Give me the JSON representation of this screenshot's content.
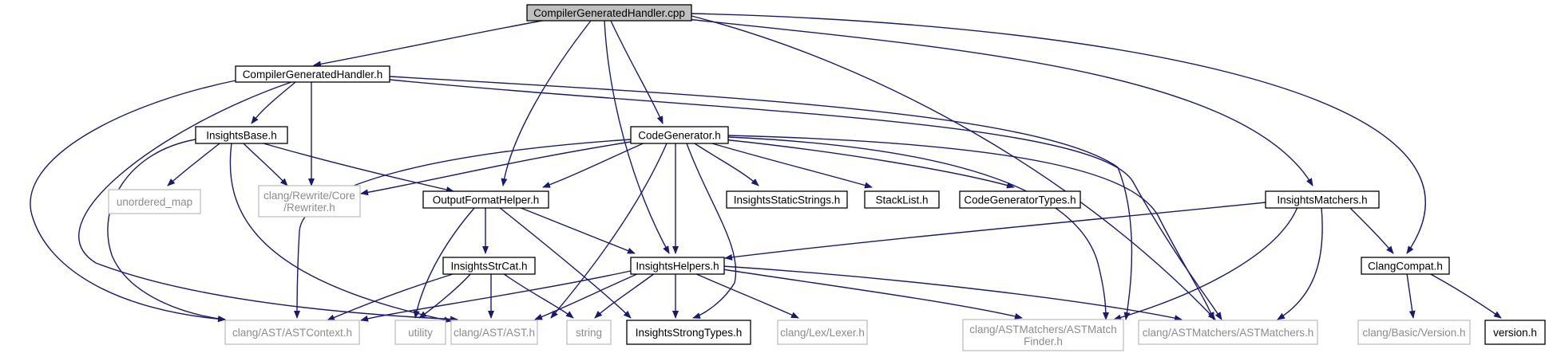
{
  "colors": {
    "edge": "#191970",
    "root_fill": "#bfbfbf",
    "external_border": "#bfbfbf",
    "external_text": "#8c8c8c"
  },
  "nodes": [
    {
      "id": "cgh_cpp",
      "label": "CompilerGeneratedHandler.cpp",
      "kind": "root"
    },
    {
      "id": "cgh_h",
      "label": "CompilerGeneratedHandler.h",
      "kind": "local"
    },
    {
      "id": "insights_base",
      "label": "InsightsBase.h",
      "kind": "local"
    },
    {
      "id": "code_gen",
      "label": "CodeGenerator.h",
      "kind": "local"
    },
    {
      "id": "insights_matchers",
      "label": "InsightsMatchers.h",
      "kind": "local"
    },
    {
      "id": "unordered_map",
      "label": "unordered_map",
      "kind": "external"
    },
    {
      "id": "rewriter",
      "label": "clang/Rewrite/Core\n/Rewriter.h",
      "kind": "external"
    },
    {
      "id": "output_fmt",
      "label": "OutputFormatHelper.h",
      "kind": "local"
    },
    {
      "id": "static_strings",
      "label": "InsightsStaticStrings.h",
      "kind": "local"
    },
    {
      "id": "stacklist",
      "label": "StackList.h",
      "kind": "local"
    },
    {
      "id": "cg_types",
      "label": "CodeGeneratorTypes.h",
      "kind": "local"
    },
    {
      "id": "strcat",
      "label": "InsightsStrCat.h",
      "kind": "local"
    },
    {
      "id": "helpers",
      "label": "InsightsHelpers.h",
      "kind": "local"
    },
    {
      "id": "clang_compat",
      "label": "ClangCompat.h",
      "kind": "local"
    },
    {
      "id": "ast_context",
      "label": "clang/AST/ASTContext.h",
      "kind": "external"
    },
    {
      "id": "utility",
      "label": "utility",
      "kind": "external"
    },
    {
      "id": "ast_h",
      "label": "clang/AST/AST.h",
      "kind": "external"
    },
    {
      "id": "string",
      "label": "string",
      "kind": "external"
    },
    {
      "id": "strong_types",
      "label": "InsightsStrongTypes.h",
      "kind": "local"
    },
    {
      "id": "lexer",
      "label": "clang/Lex/Lexer.h",
      "kind": "external"
    },
    {
      "id": "match_finder",
      "label": "clang/ASTMatchers/ASTMatch\nFinder.h",
      "kind": "external"
    },
    {
      "id": "ast_matchers",
      "label": "clang/ASTMatchers/ASTMatchers.h",
      "kind": "external"
    },
    {
      "id": "basic_version",
      "label": "clang/Basic/Version.h",
      "kind": "external"
    },
    {
      "id": "version",
      "label": "version.h",
      "kind": "local"
    }
  ]
}
